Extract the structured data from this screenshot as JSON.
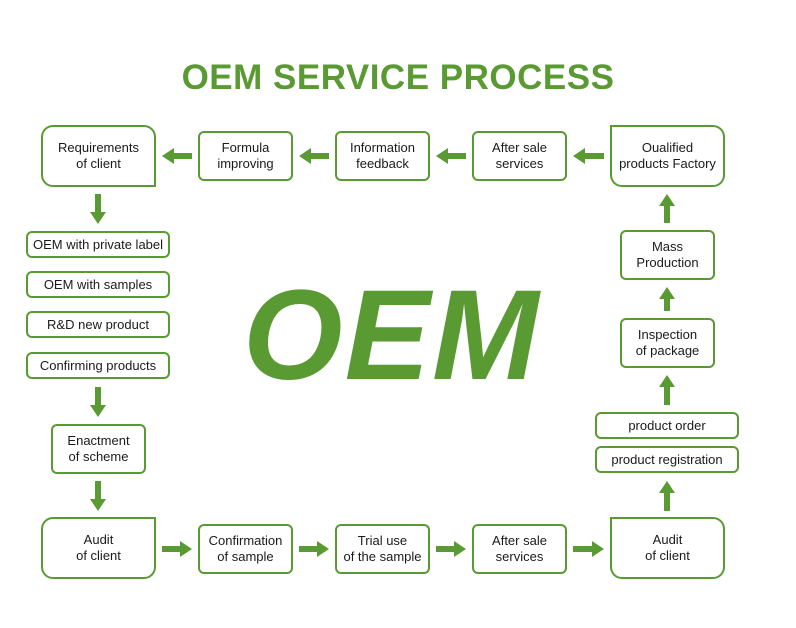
{
  "title": "OEM SERVICE PROCESS",
  "center_label": "OEM",
  "accent_color": "#5a9a32",
  "steps": {
    "requirements": "Requirements\nof client",
    "formula": "Formula\nimproving",
    "info_feedback": "Information\nfeedback",
    "after_sale_top": "After sale\nservices",
    "qualified": "Oualified\nproducts Factory",
    "private_label": "OEM with private label",
    "samples": "OEM with samples",
    "rnd": "R&D new product",
    "confirming": "Confirming products",
    "enactment": "Enactment\nof scheme",
    "audit_left": "Audit\nof client",
    "confirmation": "Confirmation\nof sample",
    "trial": "Trial use\nof the sample",
    "after_sale_bottom": "After sale\nservices",
    "audit_right": "Audit\nof client",
    "registration": "product registration",
    "order": "product order",
    "inspection": "Inspection\nof package",
    "mass": "Mass\nProduction"
  }
}
